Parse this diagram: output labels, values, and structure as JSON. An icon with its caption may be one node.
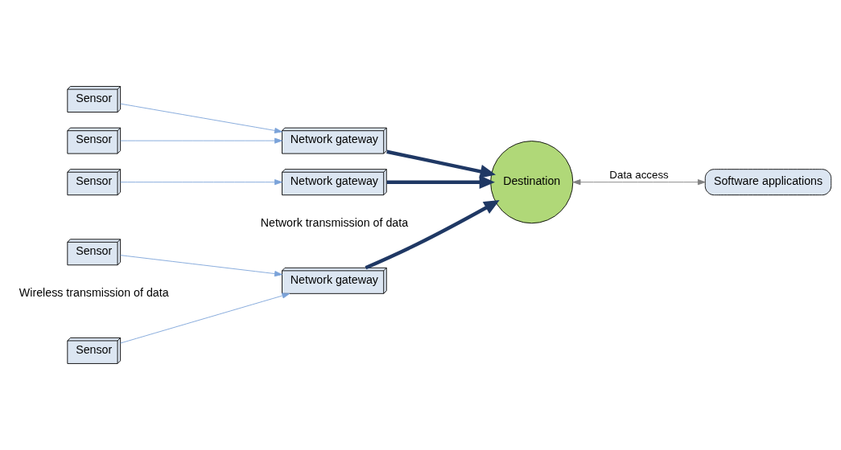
{
  "diagram": {
    "nodes": [
      {
        "text": [
          "Sensor"
        ]
      },
      {
        "text": [
          "Sensor"
        ]
      },
      {
        "text": [
          "Sensor"
        ]
      },
      {
        "text": [
          "Sensor"
        ]
      },
      {
        "text": [
          "Sensor"
        ]
      },
      {
        "text": [
          "Network gateway"
        ]
      },
      {
        "text": [
          "Network gateway"
        ]
      },
      {
        "text": [
          "Network gateway"
        ]
      },
      {
        "text": [
          "Destination"
        ]
      },
      {
        "text": [
          "Software applications"
        ]
      }
    ],
    "edges": [
      {
        "from": 0,
        "to": 5,
        "arrow": "to"
      },
      {
        "from": 1,
        "to": 6,
        "arrow": "to"
      },
      {
        "from": 2,
        "to": 7,
        "arrow": "to"
      },
      {
        "from": 3,
        "to": 6,
        "arrow": "to"
      },
      {
        "from": 4,
        "to": 5,
        "arrow": "to"
      },
      {
        "from": 5,
        "to": 8,
        "arrow": "to",
        "style": "thick",
        "color": "#1f3864"
      },
      {
        "from": 6,
        "to": 8,
        "arrow": "to",
        "style": "thick",
        "color": "#1f3864"
      },
      {
        "from": 7,
        "to": 8,
        "arrow": "to",
        "style": "thick",
        "color": "#1f3864"
      },
      {
        "from": 8,
        "to": 9,
        "arrow": "both",
        "label": "Data access",
        "color": "#808080"
      }
    ],
    "labels": [
      "Wireless transmission of data",
      "Network transmission of data"
    ]
  }
}
